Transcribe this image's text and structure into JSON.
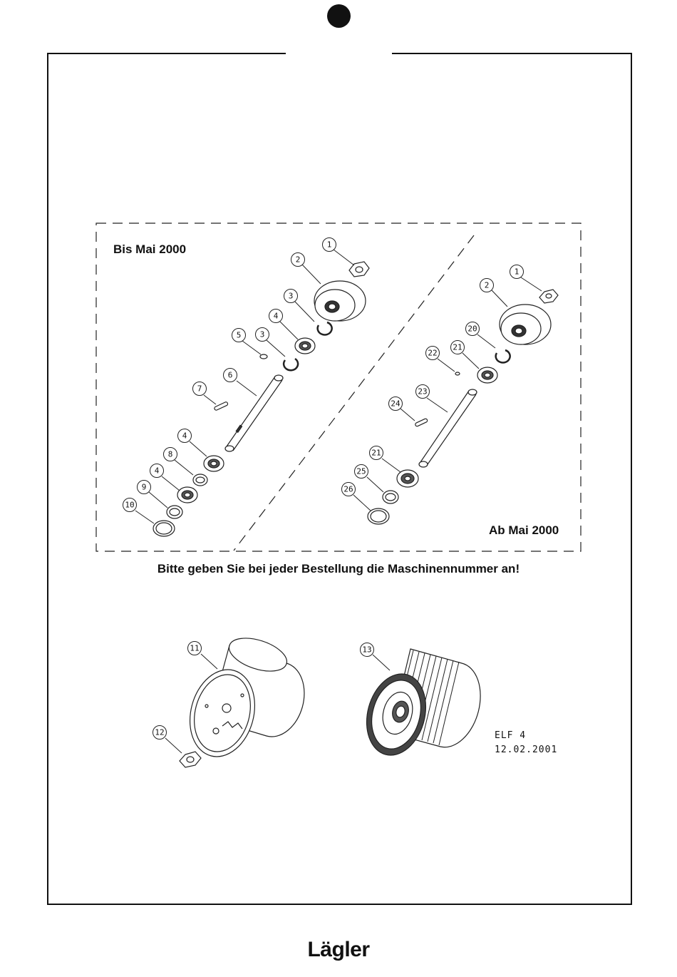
{
  "labels": {
    "before": "Bis Mai 2000",
    "after": "Ab Mai 2000"
  },
  "note": "Bitte geben Sie bei jeder Bestellung die Maschinennummer an!",
  "drawing": {
    "id": "ELF 4",
    "date": "12.02.2001"
  },
  "brand": "Lägler",
  "callouts": {
    "left": [
      "1",
      "2",
      "3",
      "4",
      "5",
      "3",
      "6",
      "7",
      "4",
      "8",
      "4",
      "9",
      "10"
    ],
    "right": [
      "1",
      "2",
      "20",
      "21",
      "22",
      "23",
      "24",
      "21",
      "25",
      "26"
    ],
    "bottom": [
      "11",
      "12",
      "13"
    ]
  }
}
